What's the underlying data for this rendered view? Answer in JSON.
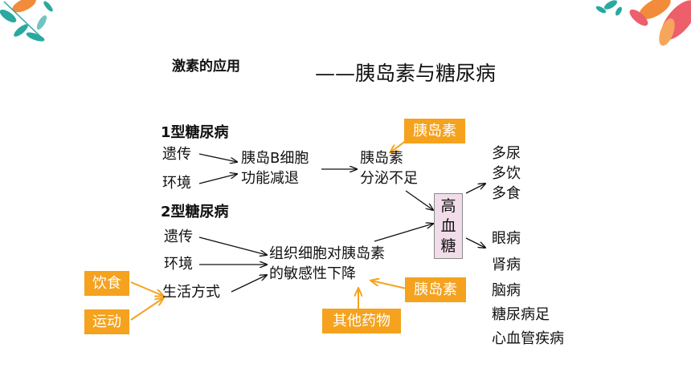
{
  "header": {
    "left_title": "激素的应用",
    "right_title": "——胰岛素与糖尿病"
  },
  "type1": {
    "heading": "1型糖尿病",
    "cause_genetic": "遗传",
    "cause_environment": "环境",
    "dysfunction_line1": "胰岛B细胞",
    "dysfunction_line2": "功能减退",
    "secretion_line1": "胰岛素",
    "secretion_line2": "分泌不足",
    "treatment": "胰岛素"
  },
  "type2": {
    "heading": "2型糖尿病",
    "cause_genetic": "遗传",
    "cause_environment": "环境",
    "cause_lifestyle": "生活方式",
    "sensitivity_line1": "组织细胞对胰岛素",
    "sensitivity_line2": "的敏感性下降",
    "factor_diet": "饮食",
    "factor_exercise": "运动",
    "treatment_insulin": "胰岛素",
    "treatment_other": "其他药物"
  },
  "glucose": {
    "char1": "高",
    "char2": "血",
    "char3": "糖"
  },
  "symptoms": [
    "多尿",
    "多饮",
    "多食"
  ],
  "complications": [
    "眼病",
    "肾病",
    "脑病",
    "糖尿病足",
    "心血管疾病"
  ],
  "colors": {
    "accent": "#f5a21e",
    "glucose_box": "#f1dce9",
    "leaf_teal": "#2aa9a0",
    "leaf_pink": "#ec5f6b",
    "leaf_orange": "#f28c3a"
  }
}
